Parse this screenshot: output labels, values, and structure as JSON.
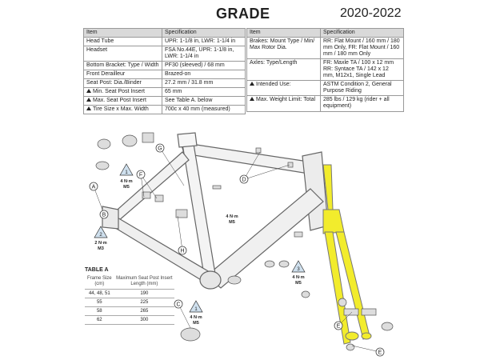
{
  "header": {
    "title": "GRADE",
    "year": "2020-2022"
  },
  "spec_left": {
    "col_item": "Item",
    "col_spec": "Specification",
    "rows": [
      {
        "item": "Head Tube",
        "spec": "UPR: 1-1/8 in, LWR: 1-1/4 in",
        "warn": false
      },
      {
        "item": "Headset",
        "spec": "FSA No.44E, UPR: 1-1/8 in, LWR: 1-1/4 in",
        "warn": false
      },
      {
        "item": "Bottom Bracket: Type / Width",
        "spec": "PF30 (sleeved) / 68 mm",
        "warn": false
      },
      {
        "item": "Front Derailleur",
        "spec": "Brazed-on",
        "warn": false
      },
      {
        "item": "Seat Post: Dia./Binder",
        "spec": "27.2 mm / 31.8 mm",
        "warn": false
      },
      {
        "item": "Min. Seat Post Insert",
        "spec": "65 mm",
        "warn": true
      },
      {
        "item": "Max. Seat Post Insert",
        "spec": "See Table A. below",
        "warn": true
      },
      {
        "item": "Tire Size x Max. Width",
        "spec": "700c x 40 mm (measured)",
        "warn": true
      }
    ]
  },
  "spec_right": {
    "col_item": "Item",
    "col_spec": "Specification",
    "rows": [
      {
        "item": "Brakes: Mount Type / Min/ Max Rotor Dia.",
        "spec": "RR: Flat Mount / 160 mm / 180 mm Only, FR: Flat Mount / 160 mm / 180 mm Only",
        "warn": false
      },
      {
        "item": "Axles: Type/Length",
        "spec": "FR: Maxle TA / 100 x 12 mm RR: Syntace TA / 142 x 12 mm, M12x1, Single Lead",
        "warn": false
      },
      {
        "item": "Intended Use:",
        "spec": "ASTM Condition 2, General Purpose Riding",
        "warn": true
      },
      {
        "item": "Max. Weight Limit: Total",
        "spec": "285 lbs / 129 kg (rider + all equipment)",
        "warn": true
      }
    ]
  },
  "table_a": {
    "title": "TABLE A",
    "col1": "Frame Size (cm)",
    "col2": "Maximum Seat Post Insert Length (mm)",
    "rows": [
      {
        "size": "44, 48, 51",
        "len": "190"
      },
      {
        "size": "55",
        "len": "225"
      },
      {
        "size": "58",
        "len": "265"
      },
      {
        "size": "62",
        "len": "300"
      }
    ]
  },
  "callouts": {
    "a": "A",
    "b": "B",
    "c": "C",
    "d": "D",
    "e1": "E",
    "e2": "E",
    "f": "F",
    "g": "G",
    "h": "H"
  },
  "torques": {
    "t1_val": "4 N·m",
    "t1_size": "M5",
    "t1_num": "1",
    "t2_val": "2 N·m",
    "t2_size": "M3",
    "t2_num": "2",
    "t3_val": "4 N·m",
    "t3_size": "M5",
    "t4_val": "4 N·m",
    "t4_size": "M5",
    "t4_num": "3",
    "t5_val": "4 N·m",
    "t5_size": "M5",
    "t5_num": "1"
  },
  "colors": {
    "fork": "#f2ec2c",
    "frame_stroke": "#555555",
    "frame_fill": "#eeeeee"
  }
}
